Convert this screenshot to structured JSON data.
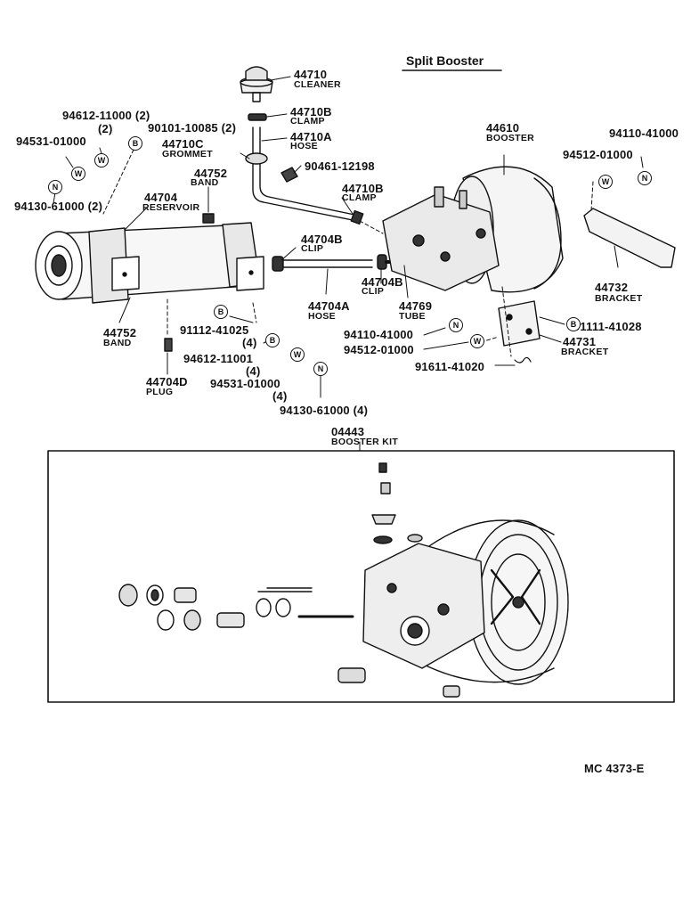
{
  "title": "Split Booster",
  "footer_code": "MC  4373-E",
  "labels": {
    "cleaner_pn": "44710",
    "cleaner_nm": "CLEANER",
    "clamp1_pn": "44710B",
    "clamp1_nm": "CLAMP",
    "hose_pn": "44710A",
    "hose_nm": "HOSE",
    "grommet_pn": "44710C",
    "grommet_nm": "GROMMET",
    "p90101": "90101-10085 (2)",
    "p94612a": "94612-11000 (2)",
    "p94612a_qty": "(2)",
    "p94531a": "94531-01000",
    "p94130a": "94130-61000 (2)",
    "band_top_pn": "44752",
    "band_top_nm": "BAND",
    "reservoir_pn": "44704",
    "reservoir_nm": "RESERVOIR",
    "p90461": "90461-12198",
    "clamp2_pn": "44710B",
    "clamp2_nm": "CLAMP",
    "booster_pn": "44610",
    "booster_nm": "BOOSTER",
    "p94110a": "94110-41000",
    "p94512a": "94512-01000",
    "clip1_pn": "44704B",
    "clip1_nm": "CLIP",
    "hose2_pn": "44704A",
    "hose2_nm": "HOSE",
    "clip2_pn": "44704B",
    "clip2_nm": "CLIP",
    "tube_pn": "44769",
    "tube_nm": "TUBE",
    "bracket1_pn": "44732",
    "bracket1_nm": "BRACKET",
    "band_bot_pn": "44752",
    "band_bot_nm": "BAND",
    "p91112": "91112-41025",
    "p91112_qty": "(4)",
    "p94612b": "94612-11001",
    "p94612b_qty": "(4)",
    "p94531b": "94531-01000",
    "p94531b_qty": "(4)",
    "p94130b": "94130-61000 (4)",
    "plug_pn": "44704D",
    "plug_nm": "PLUG",
    "p94110b": "94110-41000",
    "p94512b": "94512-01000",
    "p91611": "91611-41020",
    "p91111": "91111-41028",
    "bracket2_pn": "44731",
    "bracket2_nm": "BRACKET",
    "kit_pn": "04443",
    "kit_nm": "BOOSTER KIT"
  },
  "symbols": {
    "bolt": "B",
    "washer": "W",
    "nut": "N"
  }
}
